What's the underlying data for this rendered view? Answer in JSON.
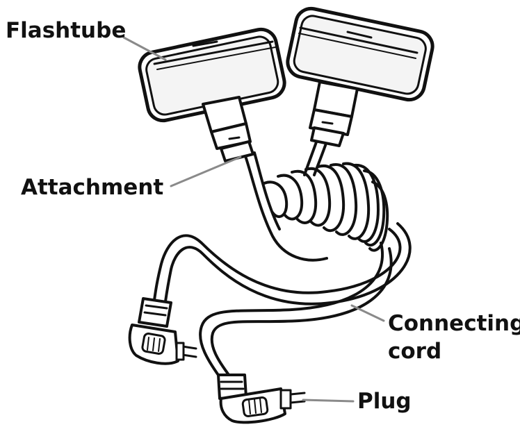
{
  "labels": {
    "flashtube": "Flashtube",
    "attachment": "Attachment",
    "connecting": "Connecting",
    "cord": "cord",
    "plug": "Plug"
  },
  "colors": {
    "ink": "#111111",
    "leader": "#8a8a8a",
    "flash_face": "#f4f4f4",
    "background": "#ffffff"
  }
}
